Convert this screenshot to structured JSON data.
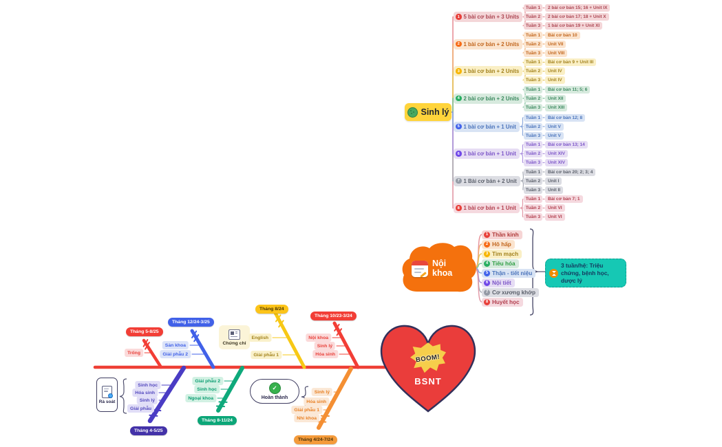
{
  "sinhly": {
    "root_label": "Sinh lý",
    "root_bg": "#FFD43B",
    "weeks": [
      "Tuần 1",
      "Tuần 2",
      "Tuần 3"
    ],
    "branches": [
      {
        "num": "1",
        "label": "5 bài cơ bản + 3 Units",
        "icon": "#E8403A",
        "bg": "#F4D6D8",
        "text": "#AC4652",
        "line": "#E79097",
        "leaves": [
          "2 bài cơ bản 15; 16 + Unit IX",
          "2 bài cơ bản 17; 18 + Unit X",
          "1 bài cơ bản 19 + Unit XI"
        ]
      },
      {
        "num": "2",
        "label": "1 bài cơ bản + 2 Units",
        "icon": "#F76B15",
        "bg": "#FBE4CE",
        "text": "#C2661D",
        "line": "#F0AE72",
        "leaves": [
          "Bài cơ bản 10",
          "Unit VII",
          "Unit VIII"
        ]
      },
      {
        "num": "3",
        "label": "1 bài cơ bản + 2 Units",
        "icon": "#F7B500",
        "bg": "#FAEFC5",
        "text": "#A3821E",
        "line": "#E5C65C",
        "leaves": [
          "Bài cơ bản 9 + Unit III",
          "Unit IV",
          "Unit IV"
        ]
      },
      {
        "num": "4",
        "label": "2 bài cơ bản + 2 Units",
        "icon": "#27AE60",
        "bg": "#D7EADE",
        "text": "#3D8A60",
        "line": "#7CC29B",
        "leaves": [
          "Bài cơ bản 11; 5; 6",
          "Unit XII",
          "Unit XIII"
        ]
      },
      {
        "num": "5",
        "label": "1 bài cơ bản + 1 Unit",
        "icon": "#4263EB",
        "bg": "#D8E3F4",
        "text": "#4B74BB",
        "line": "#8AA8DC",
        "leaves": [
          "Bài cơ bản 12; 8",
          "Unit V",
          "Unit V"
        ]
      },
      {
        "num": "6",
        "label": "1 bài cơ bản + 1 Unit",
        "icon": "#7048E8",
        "bg": "#E6DDF4",
        "text": "#7C55C8",
        "line": "#AE93DF",
        "leaves": [
          "Bài cơ bản 13; 14",
          "Unit XIV",
          "Unit XIV"
        ]
      },
      {
        "num": "7",
        "label": "1 Bài cơ bản + 2 Unit",
        "icon": "#949AA5",
        "bg": "#DCDDE3",
        "text": "#5C616C",
        "line": "#A7ABB5",
        "leaves": [
          "Bài cơ bản 20; 2; 3; 4",
          "Unit I",
          "Unit II"
        ]
      },
      {
        "num": "8",
        "label": "1 bài cơ bản + 1 Unit",
        "icon": "#E8403A",
        "bg": "#F5D9DF",
        "text": "#B2404F",
        "line": "#E297A5",
        "leaves": [
          "Bài cơ bản 7; 1",
          "Unit VI",
          "Unit VI"
        ]
      }
    ]
  },
  "noikhoa": {
    "label": "Nội khoa",
    "cloud_color": "#F4710D",
    "items": [
      {
        "num": "1",
        "label": "Thần kinh",
        "icon": "#E8403A",
        "bg": "#F6D5D5",
        "text": "#B03A3A",
        "line": "#E79097"
      },
      {
        "num": "2",
        "label": "Hô hấp",
        "icon": "#F76B15",
        "bg": "#FBE4CE",
        "text": "#C2661D",
        "line": "#F0AE72"
      },
      {
        "num": "3",
        "label": "Tim mạch",
        "icon": "#F7B500",
        "bg": "#FAEFC5",
        "text": "#A3821E",
        "line": "#E5C65C"
      },
      {
        "num": "4",
        "label": "Tiêu hóa",
        "icon": "#27AE60",
        "bg": "#D7EADE",
        "text": "#2F9E44",
        "line": "#7CC29B"
      },
      {
        "num": "5",
        "label": "Thận - tiết niệu",
        "icon": "#4263EB",
        "bg": "#D8E3F4",
        "text": "#4B74BB",
        "line": "#8AA8DC"
      },
      {
        "num": "6",
        "label": "Nội tiết",
        "icon": "#7048E8",
        "bg": "#E6DDF4",
        "text": "#7C55C8",
        "line": "#AE93DF"
      },
      {
        "num": "7",
        "label": "Cơ xương khớp",
        "icon": "#949AA5",
        "bg": "#DCDDE3",
        "text": "#5C616C",
        "line": "#A7ABB5"
      },
      {
        "num": "8",
        "label": "Huyết học",
        "icon": "#E8403A",
        "bg": "#F5D9DF",
        "text": "#B2404F",
        "line": "#E297A5"
      }
    ],
    "note": {
      "label": "3 tuần/hệ: Triệu chứng, bệnh học, dược lý",
      "bg": "#16C8B4",
      "text": "#14395E",
      "icon_color": "#F08C00"
    }
  },
  "fishbone": {
    "spine_color": "#EE3F35",
    "head": {
      "label": "BSNT",
      "sticker": "BOOM!",
      "fill": "#EA3D3B",
      "outline": "#33305A"
    },
    "bones": [
      {
        "date": "Tháng 5-8/25",
        "color": "#F23E36",
        "pill_bg": "#F23E36",
        "pill_text": "#FFFFFF",
        "item_bg": "#FBDADA",
        "item_text": "#E8403A",
        "items": [
          "Trống"
        ]
      },
      {
        "date": "Tháng 12/24-3/25",
        "color": "#4161E8",
        "pill_bg": "#4161E8",
        "pill_text": "#FFFFFF",
        "item_bg": "#DBE3F9",
        "item_text": "#4161E8",
        "items": [
          "Sản khoa",
          "Giải phẫu 2"
        ]
      },
      {
        "date": "Tháng 8/24",
        "color": "#F7C815",
        "pill_bg": "#FCC419",
        "pill_text": "#463404",
        "item_bg": "#FAF1CB",
        "item_text": "#A3831C",
        "items": [
          "English",
          "Giải phẫu 1"
        ]
      },
      {
        "date": "Tháng 10/23-3/24",
        "color": "#F23E36",
        "pill_bg": "#F23E36",
        "pill_text": "#FFFFFF",
        "item_bg": "#FBDADA",
        "item_text": "#E8403A",
        "items": [
          "Nội khoa",
          "Sinh lý",
          "Hóa sinh"
        ]
      },
      {
        "date": "Tháng 4-5/25",
        "color": "#4A3CC4",
        "pill_bg": "#4332A8",
        "pill_text": "#FFFFFF",
        "item_bg": "#E1DEF7",
        "item_text": "#5348BE",
        "items": [
          "Sinh học",
          "Hóa sinh",
          "Sinh lý",
          "Giải phẫu"
        ]
      },
      {
        "date": "Tháng 8-11/24",
        "color": "#0EA97B",
        "pill_bg": "#0CA678",
        "pill_text": "#FFFFFF",
        "item_bg": "#D2F1E3",
        "item_text": "#0B9E72",
        "items": [
          "Giải phẫu 2",
          "Sinh học",
          "Ngoại khoa"
        ]
      },
      {
        "date": "Tháng 4/24-7/24",
        "color": "#F48F33",
        "pill_bg": "#F49B3B",
        "pill_text": "#4A3208",
        "item_bg": "#FBE8D6",
        "item_text": "#E88024",
        "items": [
          "Sinh lý",
          "Hóa sinh",
          "Giải phẫu 1",
          "Nhi khoa"
        ]
      }
    ],
    "nodes": [
      {
        "label": "Rà soát"
      },
      {
        "label": "Chứng chỉ"
      },
      {
        "label": "Hoàn thành"
      }
    ]
  }
}
